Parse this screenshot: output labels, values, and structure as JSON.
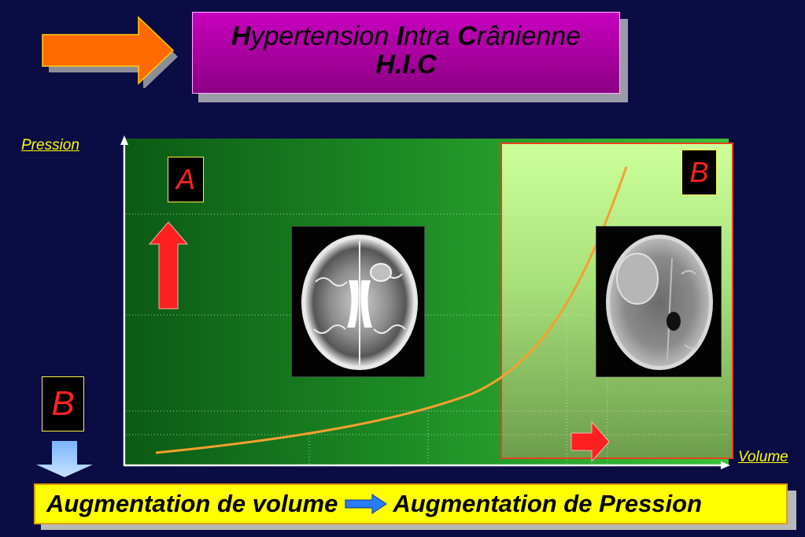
{
  "title": {
    "part1_bold": "H",
    "part1_rest": "ypertension ",
    "part2_bold": "I",
    "part2_rest": "ntra ",
    "part3_bold": "C",
    "part3_rest": "rânienne",
    "line2": "H.I.C"
  },
  "axes": {
    "y_label": "Pression",
    "x_label": "Volume"
  },
  "zones": {
    "left_label": "A",
    "right_label": "B",
    "side_label": "B"
  },
  "bottom_bar": {
    "left_text": "Augmentation de volume",
    "right_text": "Augmentation de Pression"
  },
  "colors": {
    "background": "#0c0c44",
    "title_fill": "#b400ac",
    "curve": "#f5a030",
    "bar_fill": "#ffff00",
    "zone_border": "#e8401a",
    "letter": "#ff2222"
  },
  "icons": [
    "orange-arrow-icon",
    "red-up-arrow-icon",
    "blue-down-arrow-icon",
    "red-right-arrow-icon",
    "blue-right-arrow-icon"
  ]
}
